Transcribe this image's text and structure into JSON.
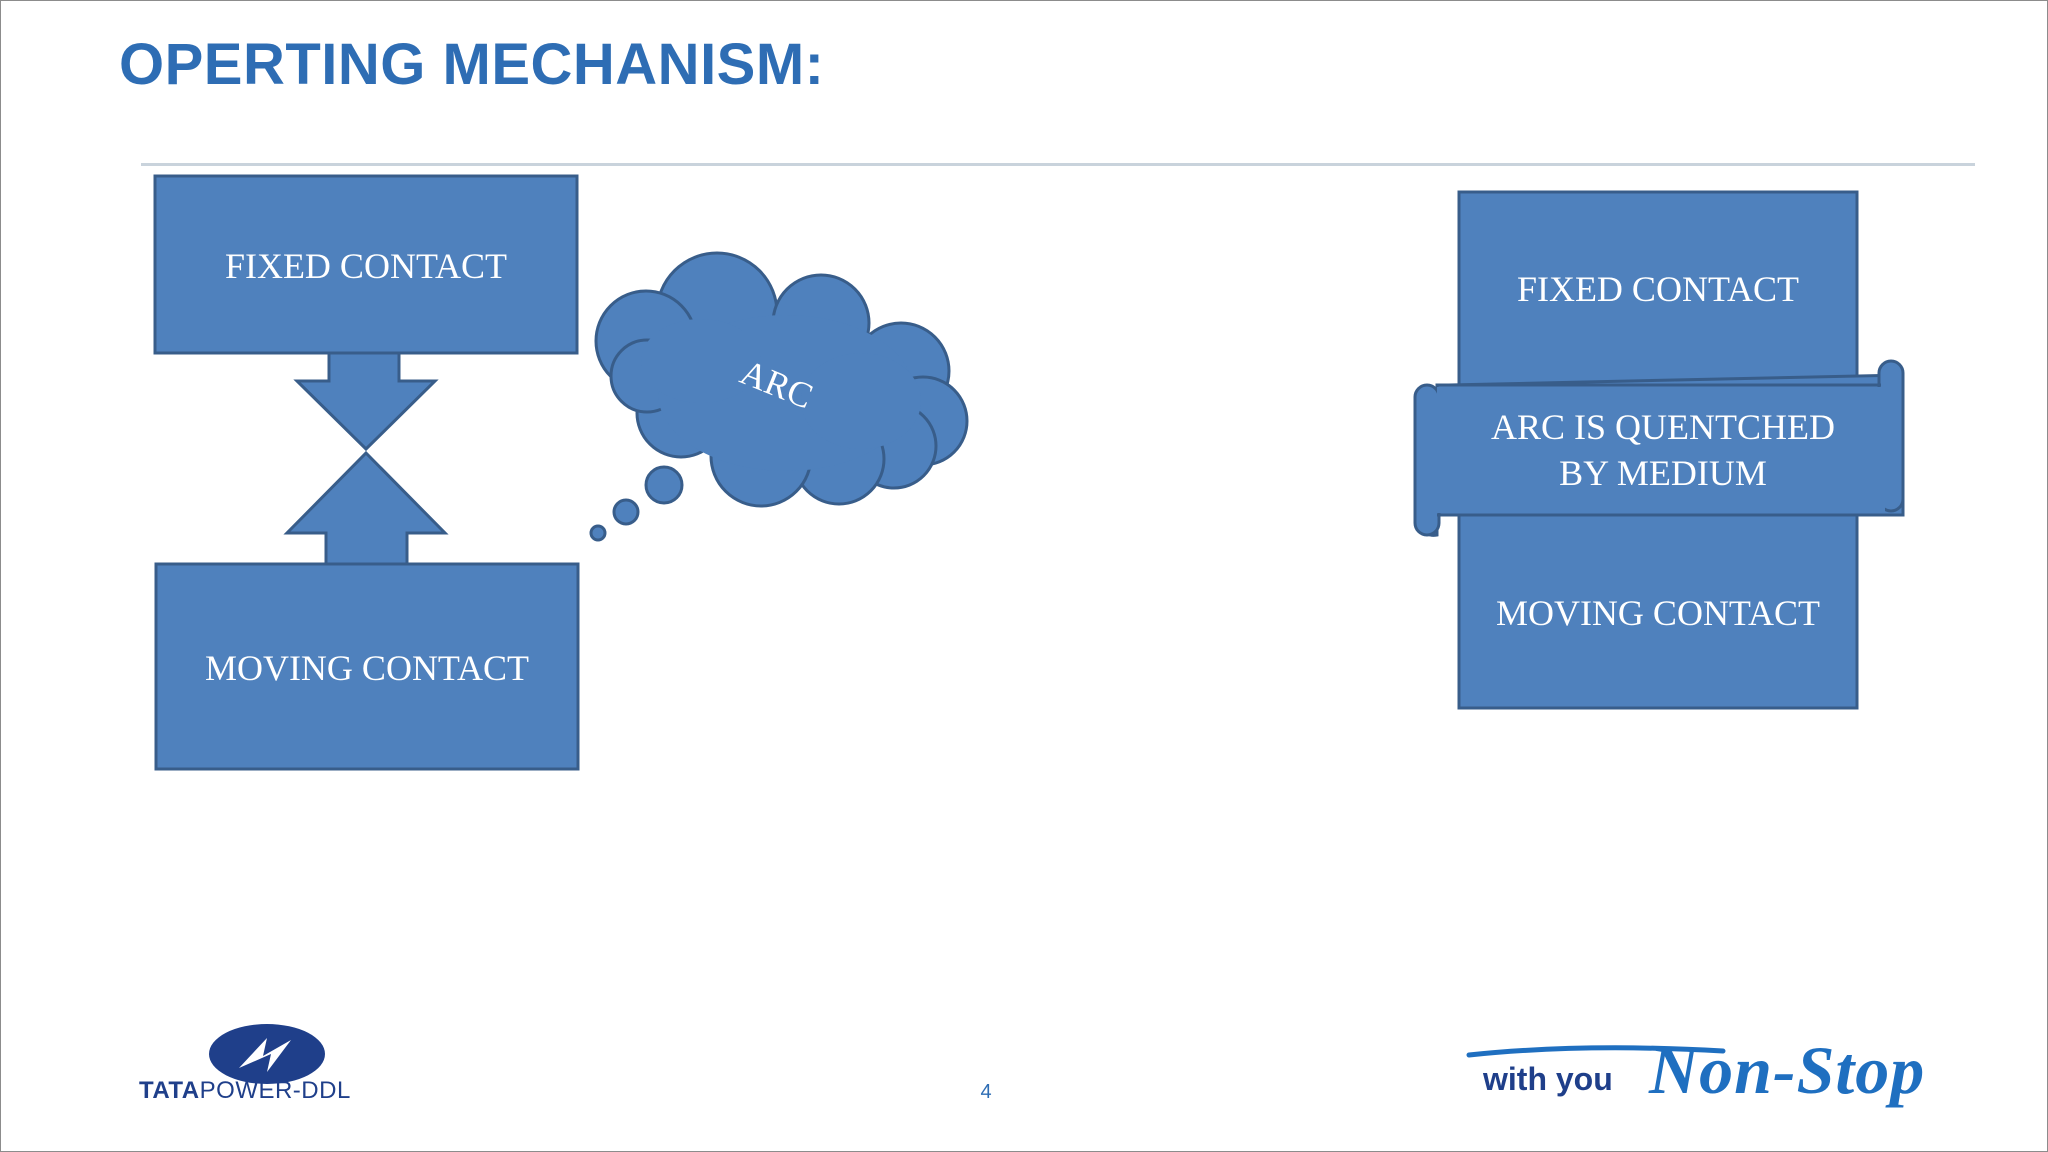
{
  "slide": {
    "title": "OPERTING MECHANISM:",
    "page_number": "4"
  },
  "left_diagram": {
    "fixed_contact": "FIXED CONTACT",
    "moving_contact": "MOVING CONTACT",
    "arc_label": "ARC"
  },
  "right_diagram": {
    "fixed_contact": "FIXED CONTACT",
    "scroll_line1": "ARC IS QUENTCHED",
    "scroll_line2": "BY MEDIUM",
    "moving_contact": "MOVING CONTACT"
  },
  "footer": {
    "brand_bold": "TATA",
    "brand_rest": "POWER-DDL",
    "tagline_small": "with you",
    "tagline_big": "Non-Stop"
  },
  "colors": {
    "shape_fill": "#4f81bd",
    "shape_stroke": "#385d8a",
    "title": "#2e6db4",
    "brand": "#1f3f8a"
  }
}
